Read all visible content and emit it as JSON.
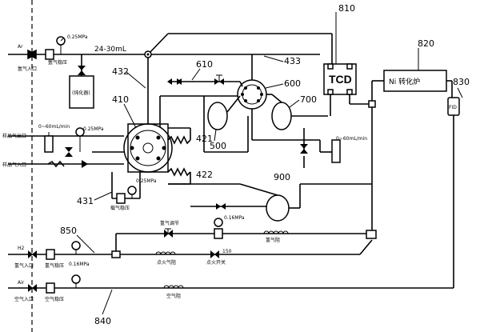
{
  "labels": {
    "ref_810": "810",
    "ref_820": "820",
    "ref_830": "830",
    "ref_432": "432",
    "ref_433": "433",
    "ref_610": "610",
    "ref_600": "600",
    "ref_700": "700",
    "ref_410": "410",
    "ref_421": "421",
    "ref_422": "422",
    "ref_500": "500",
    "ref_900": "900",
    "ref_431": "431",
    "ref_850": "850",
    "ref_840": "840",
    "tcd": "TCD",
    "ni_converter": "Ni 转化炉",
    "fid": "FID",
    "loop_volume": "24-30mL",
    "purifier": "(纯化器)",
    "ar_inlet": "Ar",
    "ar_inlet_cn": "氩气入口",
    "ar_regulator": "氩气稳压",
    "p_025_top": "0.25MPa",
    "sample_out": "样品气出口",
    "sample_in": "样品气入口",
    "flow_0_60_left": "0~60mL/min",
    "p_025_left": "0.25MPa",
    "p_025_bottom": "0.25MPa",
    "carrier_regulator": "载气稳压",
    "flow_0_60_right": "0~60mL/min",
    "h2_label": "H2",
    "h2_inlet": "氢气入口",
    "h2_regulator": "氢气稳压",
    "p_016_left": "0.16MPa",
    "h2_adjust": "氢气调节",
    "p_016_right": "0.16MPa",
    "h2_resistance": "氢气阻",
    "ignition_resistance": "点火气阻",
    "ignition_switch": "点火开关",
    "valve_150": "150",
    "air_label": "Air",
    "air_inlet": "空气入口",
    "air_regulator": "空气稳压",
    "air_resistance": "空气阻"
  }
}
